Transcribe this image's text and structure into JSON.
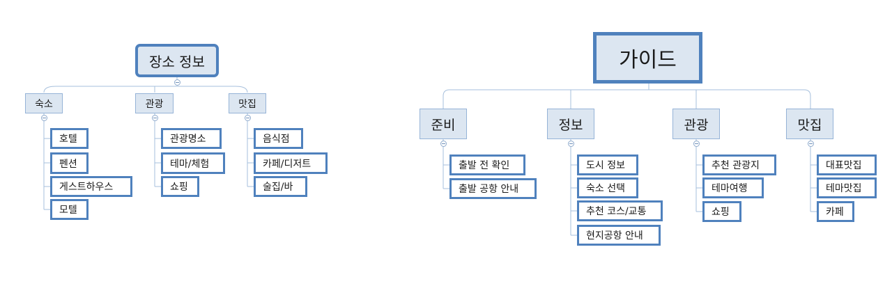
{
  "diagrams": [
    {
      "root": "장소 정보",
      "categories": [
        {
          "label": "숙소",
          "items": [
            "호텔",
            "펜션",
            "게스트하우스",
            "모텔"
          ]
        },
        {
          "label": "관광",
          "items": [
            "관광명소",
            "테마/체험",
            "쇼핑"
          ]
        },
        {
          "label": "맛집",
          "items": [
            "음식점",
            "카페/디저트",
            "술집/바"
          ]
        }
      ]
    },
    {
      "root": "가이드",
      "categories": [
        {
          "label": "준비",
          "items": [
            "출발 전 확인",
            "출발 공항 안내"
          ]
        },
        {
          "label": "정보",
          "items": [
            "도시 정보",
            "숙소 선택",
            "추천 코스/교통",
            "현지공항 안내"
          ]
        },
        {
          "label": "관광",
          "items": [
            "추천 관광지",
            "테마여행",
            "쇼핑"
          ]
        },
        {
          "label": "맛집",
          "items": [
            "대표맛집",
            "테마맛집",
            "카페"
          ]
        }
      ]
    }
  ],
  "colors": {
    "node_fill": "#dce6f1",
    "node_border": "#4f81bd",
    "category_border": "#95b3d7",
    "connector": "#a6bfdc"
  }
}
